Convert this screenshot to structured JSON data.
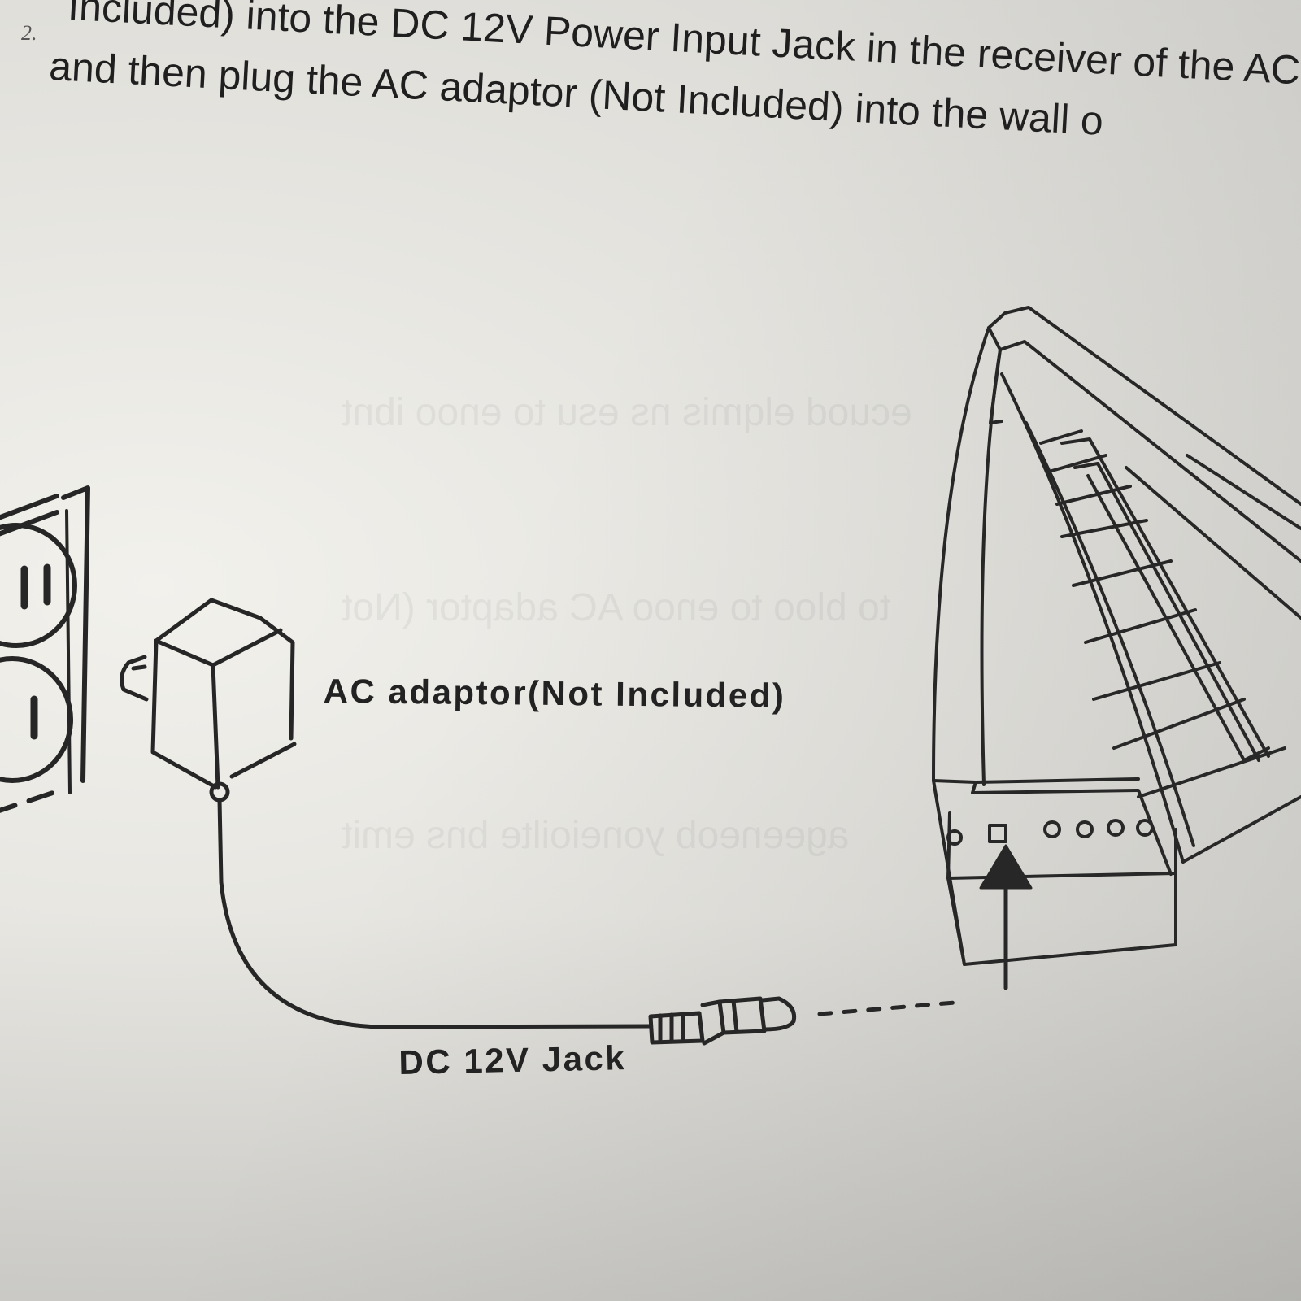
{
  "document": {
    "step_number": "2.",
    "instruction_line_1": "Included) into the DC 12V Power Input Jack in the receiver of the AC adaptor (N",
    "instruction_line_2": "and then plug the AC adaptor (Not Included) into the wall o"
  },
  "figure": {
    "ac_adaptor_label": "AC adaptor(Not Included)",
    "dc_jack_label": "DC 12V Jack"
  },
  "colors": {
    "paper": "#e7e6e1",
    "ink": "#262626"
  },
  "icons": [
    "wall-outlet-icon",
    "ac-adaptor-icon",
    "dc-plug-icon",
    "device-icon",
    "insert-arrow-icon"
  ]
}
